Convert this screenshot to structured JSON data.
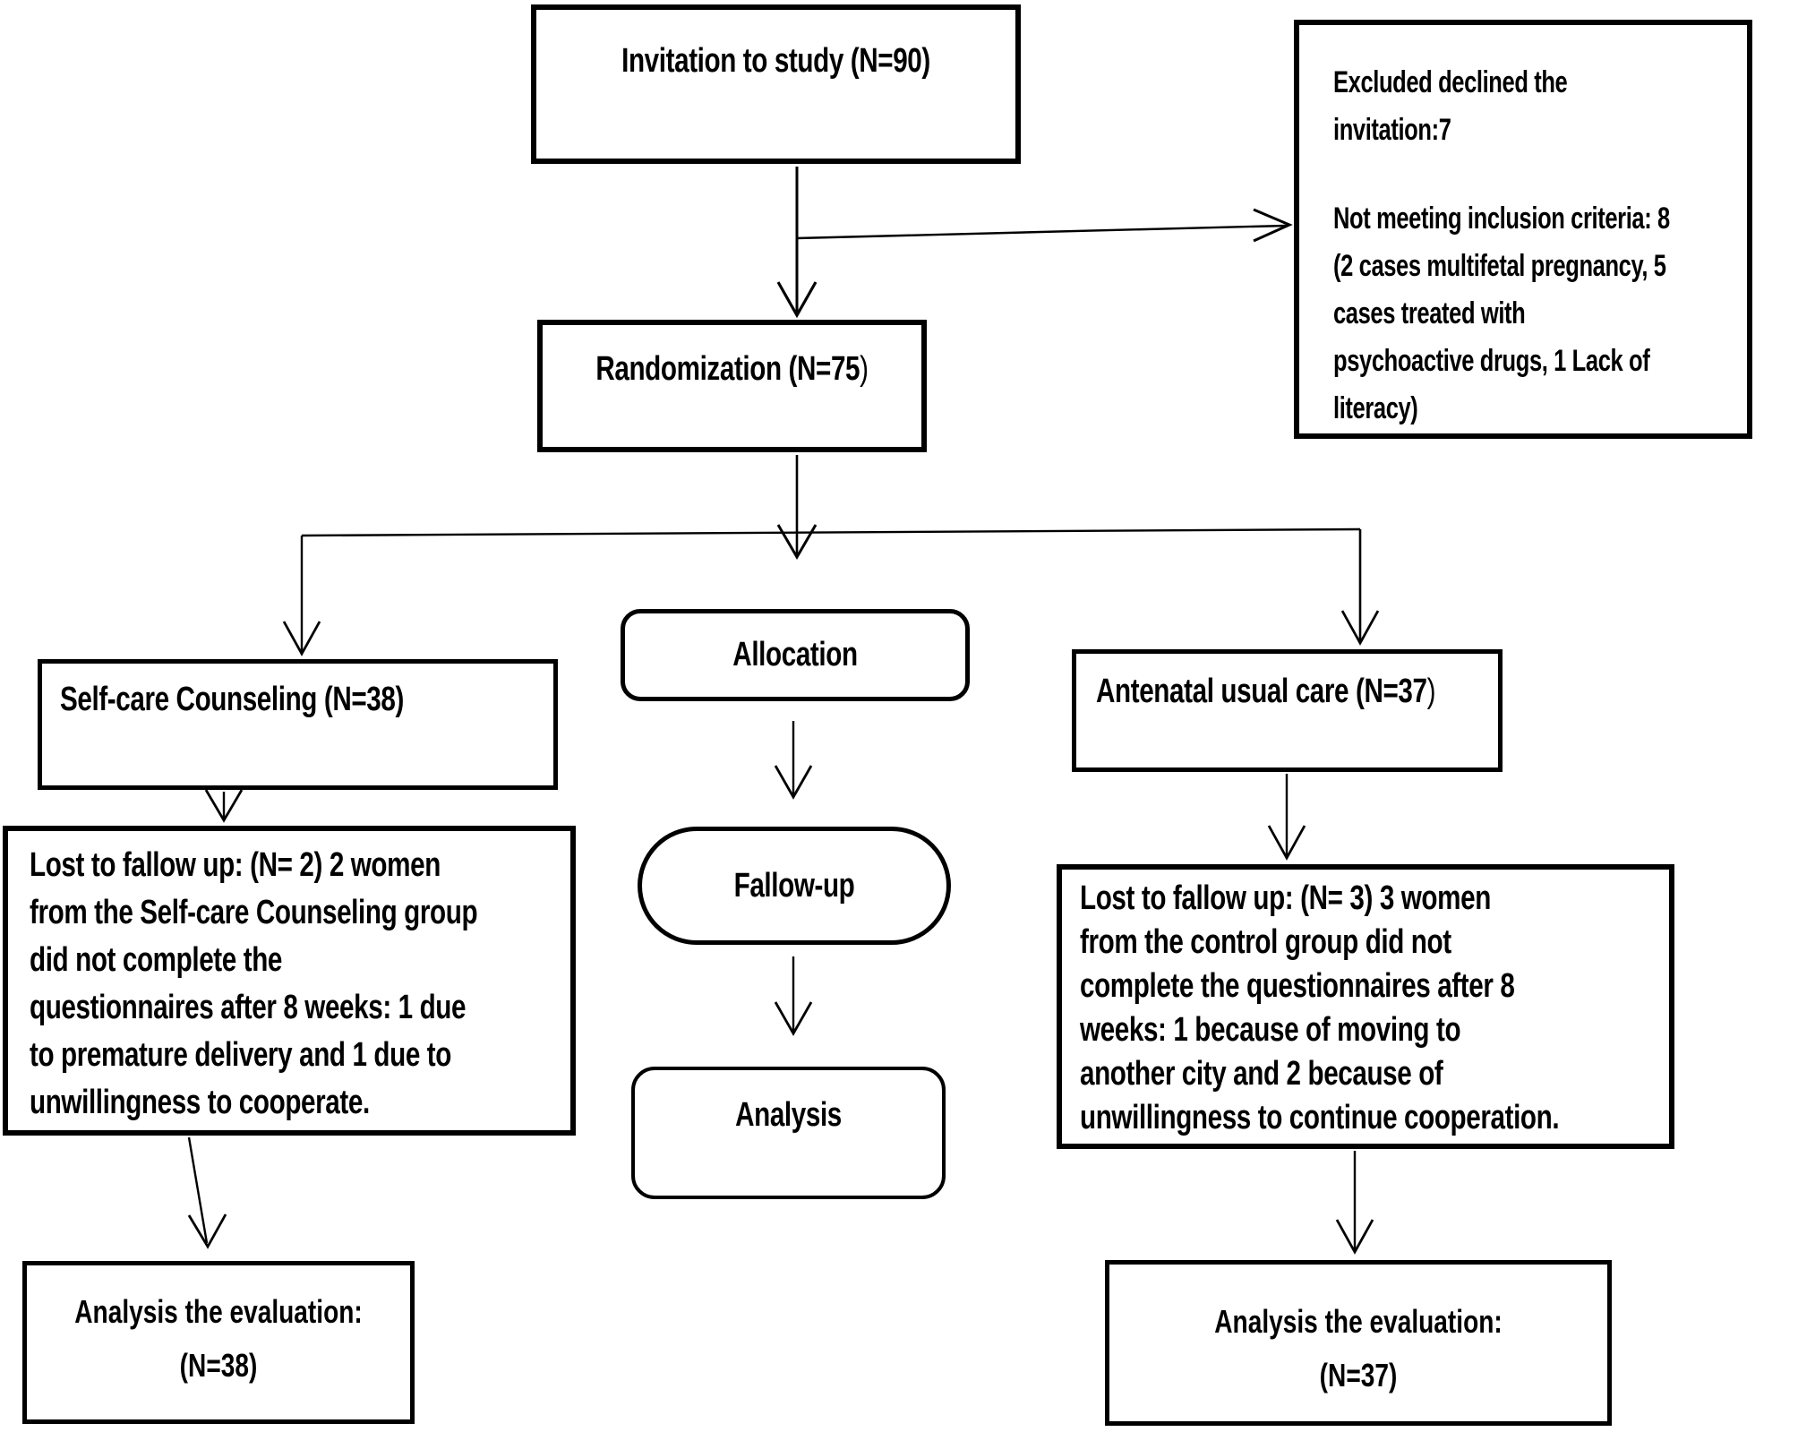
{
  "nodes": {
    "invitation": {
      "label": "Invitation to study (N=90)"
    },
    "excluded": {
      "para1_lines": [
        "Excluded declined the",
        "invitation:7"
      ],
      "para2_lines": [
        "Not meeting inclusion criteria: 8",
        "(2 cases multifetal pregnancy, 5",
        "cases treated with",
        "psychoactive drugs, 1 Lack of",
        "literacy)"
      ]
    },
    "randomization": {
      "label_main": "Randomization (N=75",
      "label_paren": ")"
    },
    "allocation": {
      "label": "Allocation"
    },
    "selfcare": {
      "label": "Self-care Counseling (N=38)"
    },
    "antenatal": {
      "label_main": "Antenatal usual care (N=37",
      "label_paren": ")"
    },
    "lost_left": {
      "lines": [
        "Lost to fallow up: (N= 2) 2 women",
        "from the Self-care Counseling group",
        "did not complete the",
        "questionnaires after 8 weeks: 1 due",
        "to premature delivery and 1 due to",
        "unwillingness to cooperate."
      ]
    },
    "fallowup": {
      "label": "Fallow-up"
    },
    "lost_right": {
      "lines": [
        "Lost to fallow up: (N= 3) 3 women",
        "from the control group did not",
        "complete the questionnaires after 8",
        "weeks: 1 because of moving to",
        "another city and 2 because of",
        "unwillingness to continue cooperation."
      ]
    },
    "analysis": {
      "label": "Analysis"
    },
    "analysis_left": {
      "line1": "Analysis the evaluation:",
      "line2": "(N=38)"
    },
    "analysis_right": {
      "line1": "Analysis the evaluation:",
      "line2": "(N=37)"
    }
  },
  "colors": {
    "line": "#000000",
    "background": "#ffffff"
  }
}
